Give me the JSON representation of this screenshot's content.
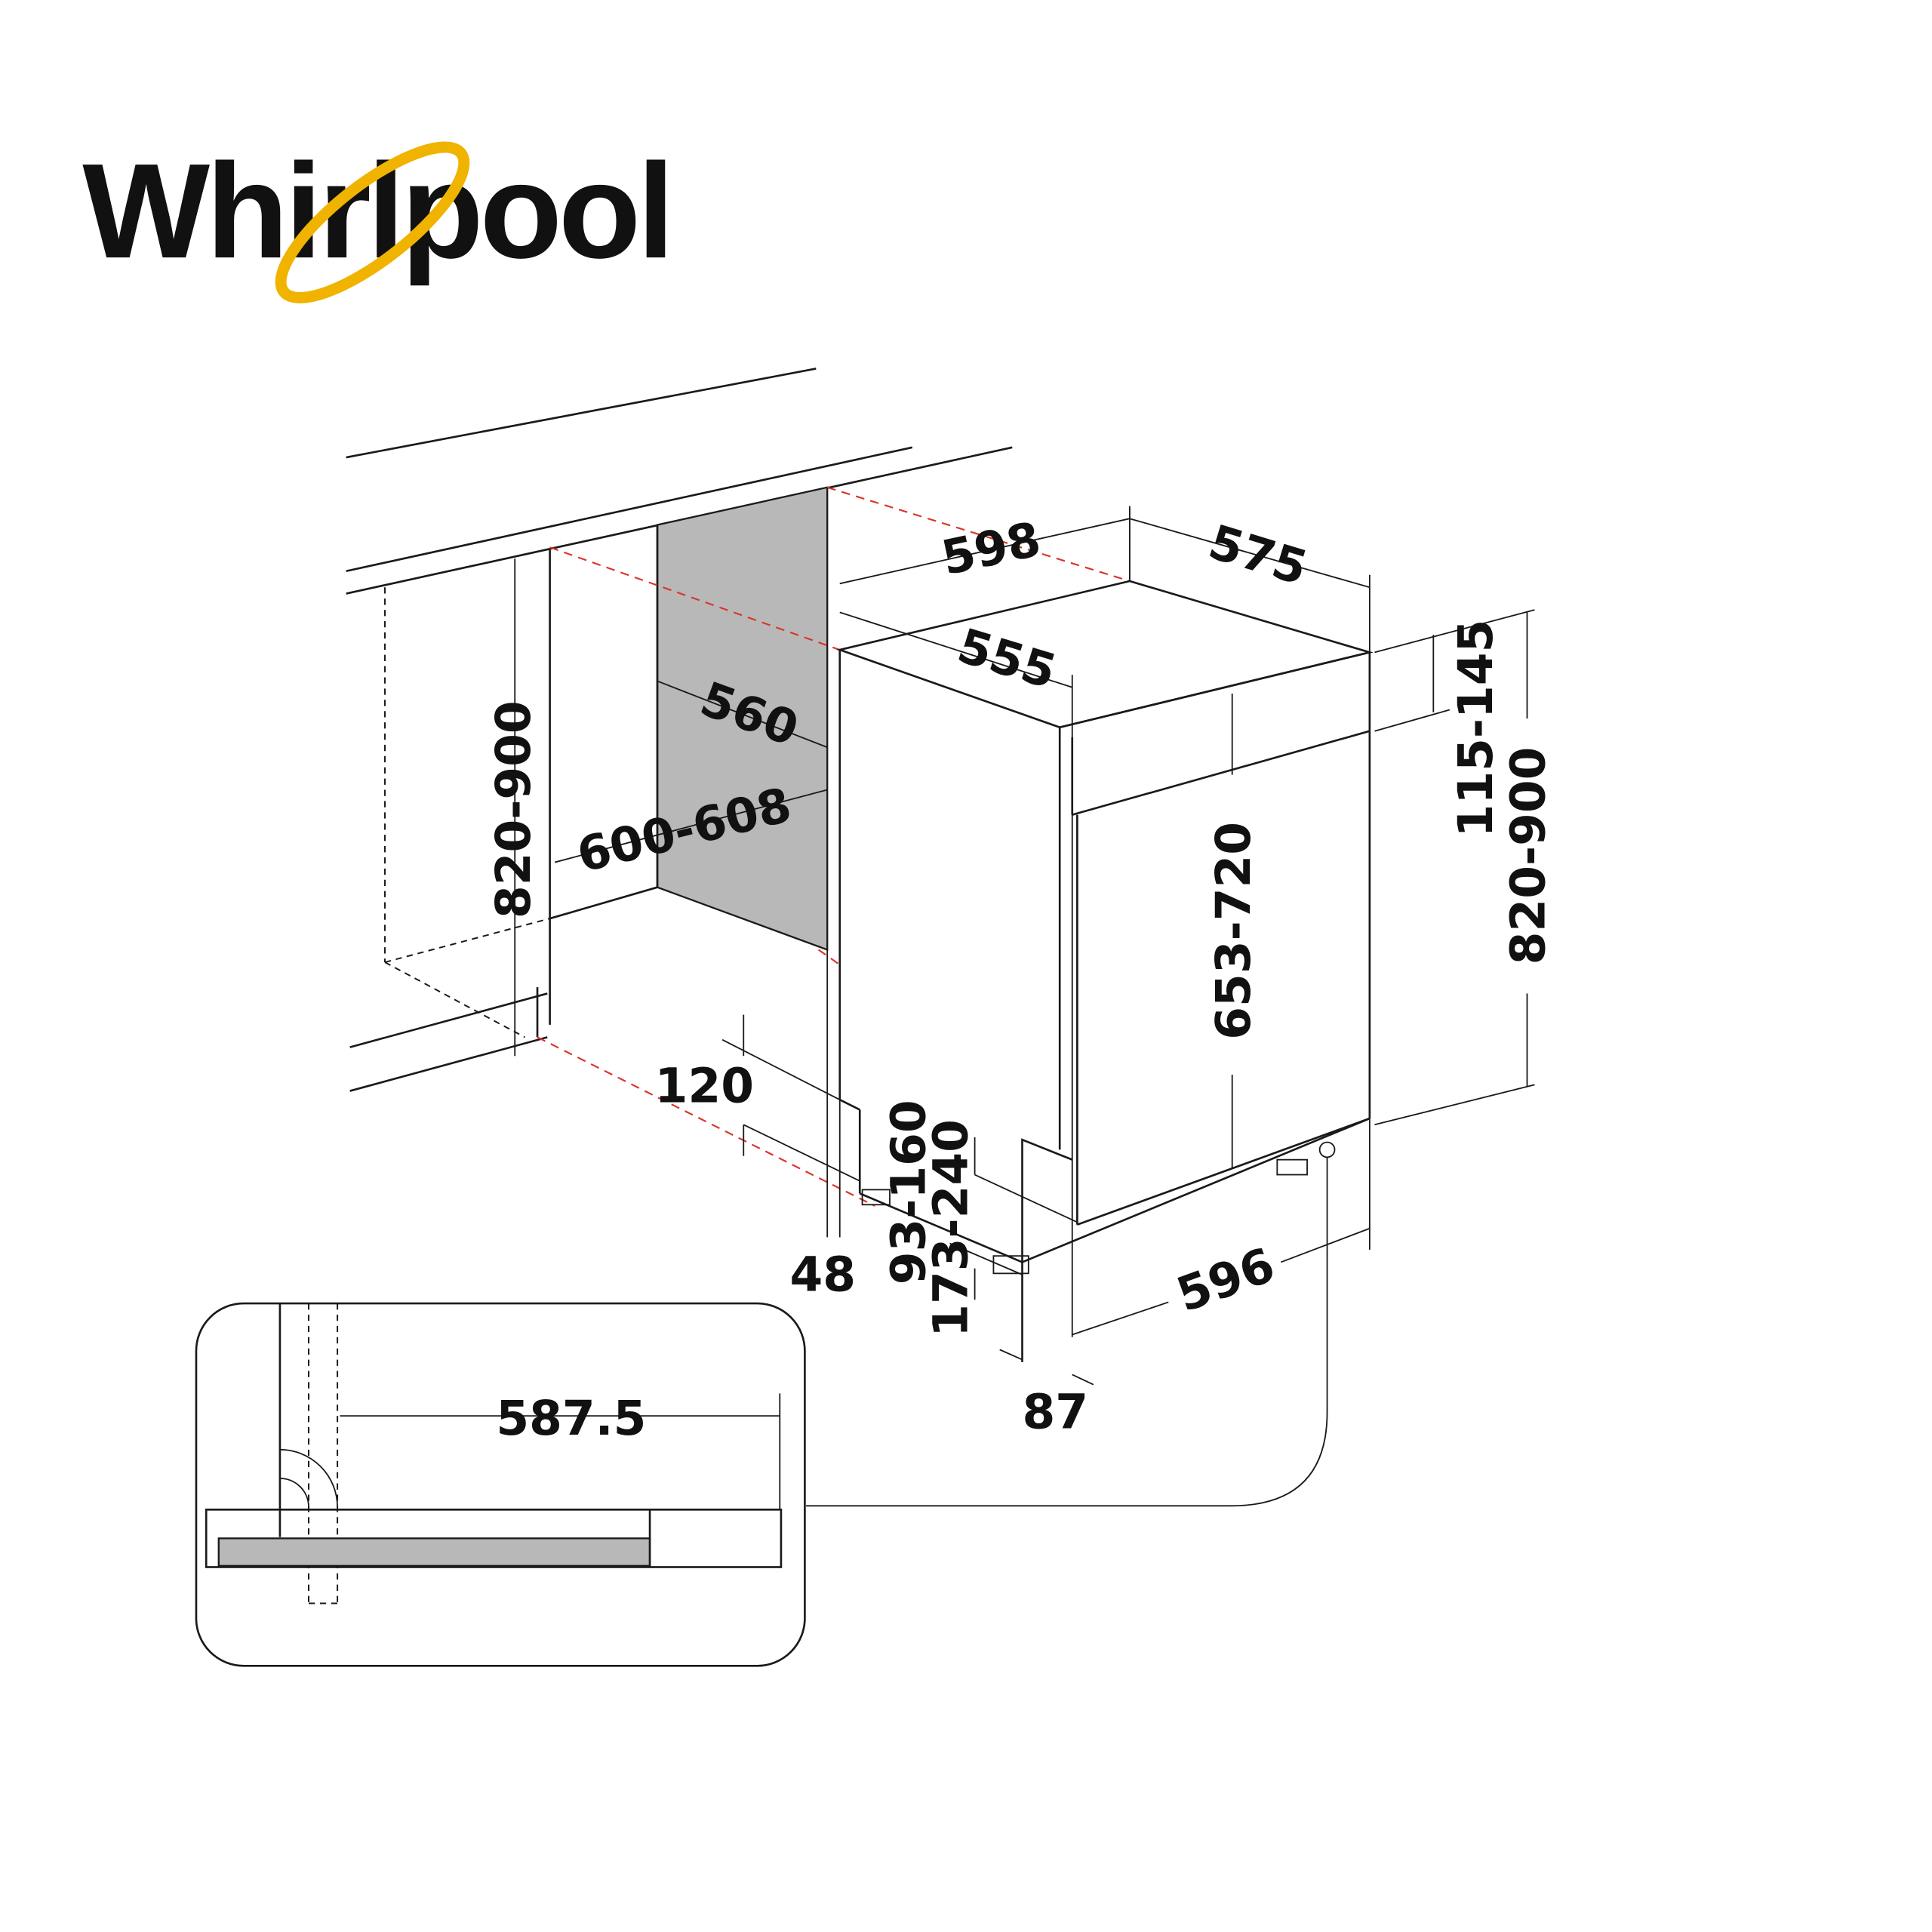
{
  "brand": {
    "name": "Whirlpool",
    "ring_color": "#f0b300"
  },
  "dimensions": {
    "niche_width_top": "598",
    "depth_top": "575",
    "appliance_depth": "555",
    "niche_depth": "560",
    "niche_width": "600-608",
    "niche_height": "820-900",
    "panel_height": "115-145",
    "overall_height": "820-900",
    "door_height": "653-720",
    "plinth_height": "120",
    "plinth_offset": "48",
    "foot_height_front": "93-160",
    "foot_height_rear": "173-240",
    "door_gap": "87",
    "appliance_width": "596",
    "detail_width": "587.5"
  },
  "colors": {
    "panel_fill": "#b8b8b8",
    "guide_line": "#d9342b"
  }
}
